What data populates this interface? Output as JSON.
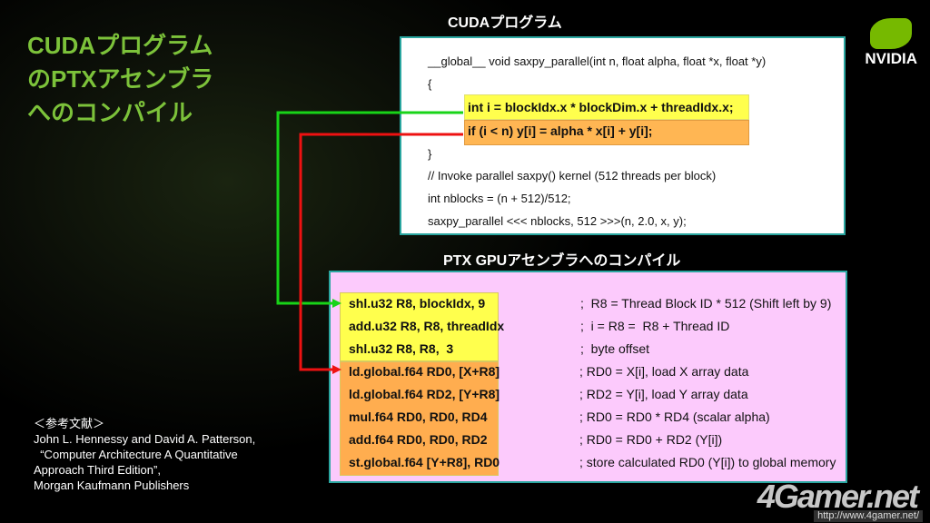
{
  "title_lines": [
    "CUDAプログラム",
    "のPTXアセンブラ",
    "へのコンパイル"
  ],
  "cuda_heading": "CUDAプログラム",
  "ptx_heading": "PTX GPUアセンブラへのコンパイル",
  "cuda_code": {
    "line1": "__global__ void saxpy_parallel(int n, float alpha, float *x, float *y)",
    "line2": "{",
    "highlight1": "int i = blockIdx.x * blockDim.x + threadIdx.x;",
    "highlight2": "if (i < n) y[i] = alpha * x[i] + y[i];",
    "line3": "}",
    "line4": "// Invoke parallel saxpy() kernel (512 threads per block)",
    "line5": "int nblocks = (n + 512)/512;",
    "line6": "saxpy_parallel <<< nblocks, 512 >>>(n, 2.0, x, y);"
  },
  "ptx": [
    {
      "instr": "shl.u32 R8, blockIdx, 9",
      "comment": ";  R8 = Thread Block ID * 512 (Shift left by 9)"
    },
    {
      "instr": "add.u32 R8, R8, threadIdx",
      "comment": ";  i = R8 =  R8 + Thread ID"
    },
    {
      "instr": "shl.u32 R8, R8,  3",
      "comment": ";  byte offset"
    },
    {
      "instr": "ld.global.f64 RD0, [X+R8]",
      "comment": "; RD0 = X[i], load X array data"
    },
    {
      "instr": "ld.global.f64 RD2, [Y+R8]",
      "comment": "; RD2 = Y[i], load Y array data"
    },
    {
      "instr": "mul.f64 RD0, RD0, RD4",
      "comment": "; RD0 = RD0 * RD4 (scalar alpha)"
    },
    {
      "instr": "add.f64 RD0, RD0, RD2",
      "comment": "; RD0 = RD0 + RD2 (Y[i])"
    },
    {
      "instr": "st.global.f64 [Y+R8], RD0",
      "comment": "; store calculated RD0 (Y[i]) to global memory"
    }
  ],
  "reference": {
    "heading": "＜参考文献＞",
    "lines": [
      "John L. Hennessy and David A. Patterson,",
      "  “Computer Architecture A Quantitative",
      "Approach Third Edition”,",
      "Morgan Kaufmann Publishers"
    ]
  },
  "logo_text": "NVIDIA",
  "watermark": "4Gamer.net",
  "watermark_url": "http://www.4gamer.net/",
  "colors": {
    "title": "#7cc23a",
    "yellow": "#ffff4d",
    "orange": "#ffad4f",
    "pink": "#fccafc",
    "green_arrow": "#18d418",
    "red_arrow": "#ee1111"
  }
}
